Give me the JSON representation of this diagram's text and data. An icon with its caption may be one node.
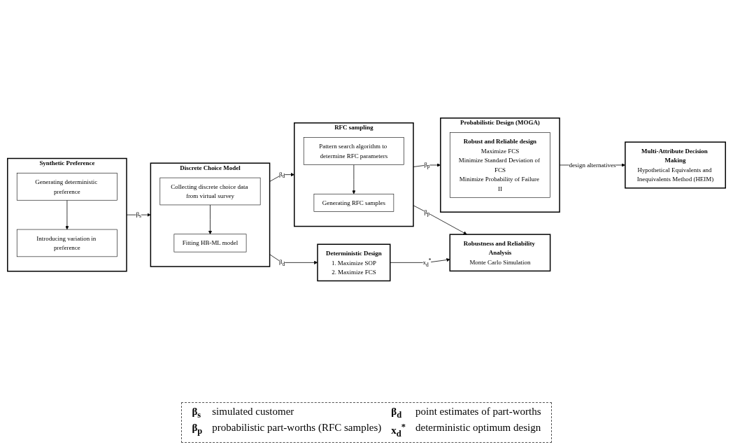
{
  "diagram": {
    "nodes": [
      {
        "text": [
          "Synthetic Preference"
        ]
      },
      {
        "text": [
          "Generating deterministic preference"
        ],
        "in": 0
      },
      {
        "text": [
          "Introducing variation in preference"
        ],
        "in": 0
      },
      {
        "text": [
          "Discrete Choice Model"
        ]
      },
      {
        "text": [
          "Collecting discrete choice data from virtual survey"
        ],
        "in": 3
      },
      {
        "text": [
          "Fitting HB-ML model"
        ],
        "in": 3
      },
      {
        "text": [
          "RFC sampling"
        ]
      },
      {
        "text": [
          "Pattern search algorithm to determine RFC parameters"
        ],
        "in": 6
      },
      {
        "text": [
          "Generating RFC samples"
        ],
        "in": 6
      },
      {
        "text": [
          "Probabilistic Design (MOGA)"
        ]
      },
      {
        "text": [
          "Robust and Reliable design",
          "Maximize FCS",
          "Minimize Standard Deviation of FCS",
          "Minimize Probability of Failure II"
        ],
        "in": 9
      },
      {
        "text": [
          "Deterministic Design",
          "1. Maximize SOP",
          "2. Maximize FCS"
        ]
      },
      {
        "text": [
          "Robustness and Reliability Analysis",
          "Monte Carlo Simulation"
        ]
      },
      {
        "text": [
          "Multi-Attribute Decision Making",
          "Hypothetical Equivalents and Inequivalents Method (HEIM)"
        ]
      }
    ],
    "edges": [
      {
        "from": 1,
        "to": 2,
        "arrow": "to"
      },
      {
        "from": 0,
        "to": 3,
        "arrow": "to",
        "label": "β$_{s}$"
      },
      {
        "from": 4,
        "to": 5,
        "arrow": "to"
      },
      {
        "from": 3,
        "to": 6,
        "arrow": "to",
        "label": "β$_{d}$"
      },
      {
        "from": 7,
        "to": 8,
        "arrow": "to"
      },
      {
        "from": 6,
        "to": 9,
        "arrow": "to",
        "label": "β$_{p}$"
      },
      {
        "from": 3,
        "to": 11,
        "arrow": "to",
        "label": "β$_{d}$"
      },
      {
        "from": 6,
        "to": 12,
        "arrow": "to",
        "label": "β$_{p}$"
      },
      {
        "from": 9,
        "to": 13,
        "arrow": "to",
        "label": "design alternatives"
      },
      {
        "from": 11,
        "to": 12,
        "arrow": "to",
        "label": "x$_{d}$$^{*}$"
      }
    ],
    "labels": [
      "β$_{s}$",
      "simulated customer",
      "β$_{d}$",
      "point estimates of part-worths",
      "β$_{p}$",
      "probabilistic part-worths (RFC samples)",
      "x$_{d}$$^{*}$",
      "deterministic optimum design"
    ]
  }
}
